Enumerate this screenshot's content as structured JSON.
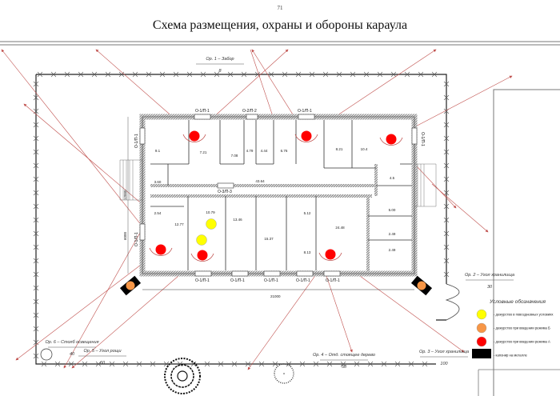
{
  "page_number": "71",
  "title": "Схема размещения, охраны и обороны караула",
  "landmarks": [
    {
      "name": "Ор. 1 – Забор",
      "distance": "8"
    },
    {
      "name": "Ор. 2 – Угол хранилища",
      "distance": "30"
    },
    {
      "name": "Ор. 3 – Угол хранилища",
      "distance": "100"
    },
    {
      "name": "Ор. 4 – Отд. стоящее дерево",
      "distance": "50"
    },
    {
      "name": "Ор. 5 – Угол рощи",
      "distance": "60"
    },
    {
      "name": "Ор. 6 – Столб освещения",
      "distance": "40"
    }
  ],
  "windows": {
    "top1": "О-1/П-1",
    "top2": "О-2/П-2",
    "top3": "О-1/П-1",
    "mid": "О-3/П-3",
    "left1": "О-1/П-1",
    "left2": "О-1/П-1",
    "right1": "О-1/П-1",
    "bottom1": "О-1/П-1",
    "bottom2": "О-1/П-1",
    "bottom3": "О-1/П-1",
    "bottom4": "О-1/П-1",
    "bottom5": "О-1/П-1"
  },
  "dimensions": {
    "length": "21000",
    "width": "12000",
    "half_width": "6000"
  },
  "rooms": [
    "9.1",
    "7.21",
    "7.08",
    "4.79",
    "4.44",
    "6.76",
    "8.21",
    "10.4",
    "3.60",
    "43.64",
    "4.5",
    "2.54",
    "12.77",
    "10.79",
    "13.46",
    "15.37",
    "5.12",
    "8.13",
    "24.48",
    "5.00",
    "2.49",
    "2.49"
  ],
  "legend": {
    "title": "Условные обозначения",
    "items": [
      {
        "label": "- дежурство в повседневных условиях",
        "color": "#ffff00"
      },
      {
        "label": "- дежурство при введении режима Б",
        "color": "#f79646"
      },
      {
        "label": "- дежурство при введении режима А",
        "color": "#ff0000"
      },
      {
        "label": "- капонир на металле",
        "color": "#000000"
      }
    ]
  },
  "colors": {
    "sector_line": "#c0504d",
    "wall": "#444444"
  }
}
